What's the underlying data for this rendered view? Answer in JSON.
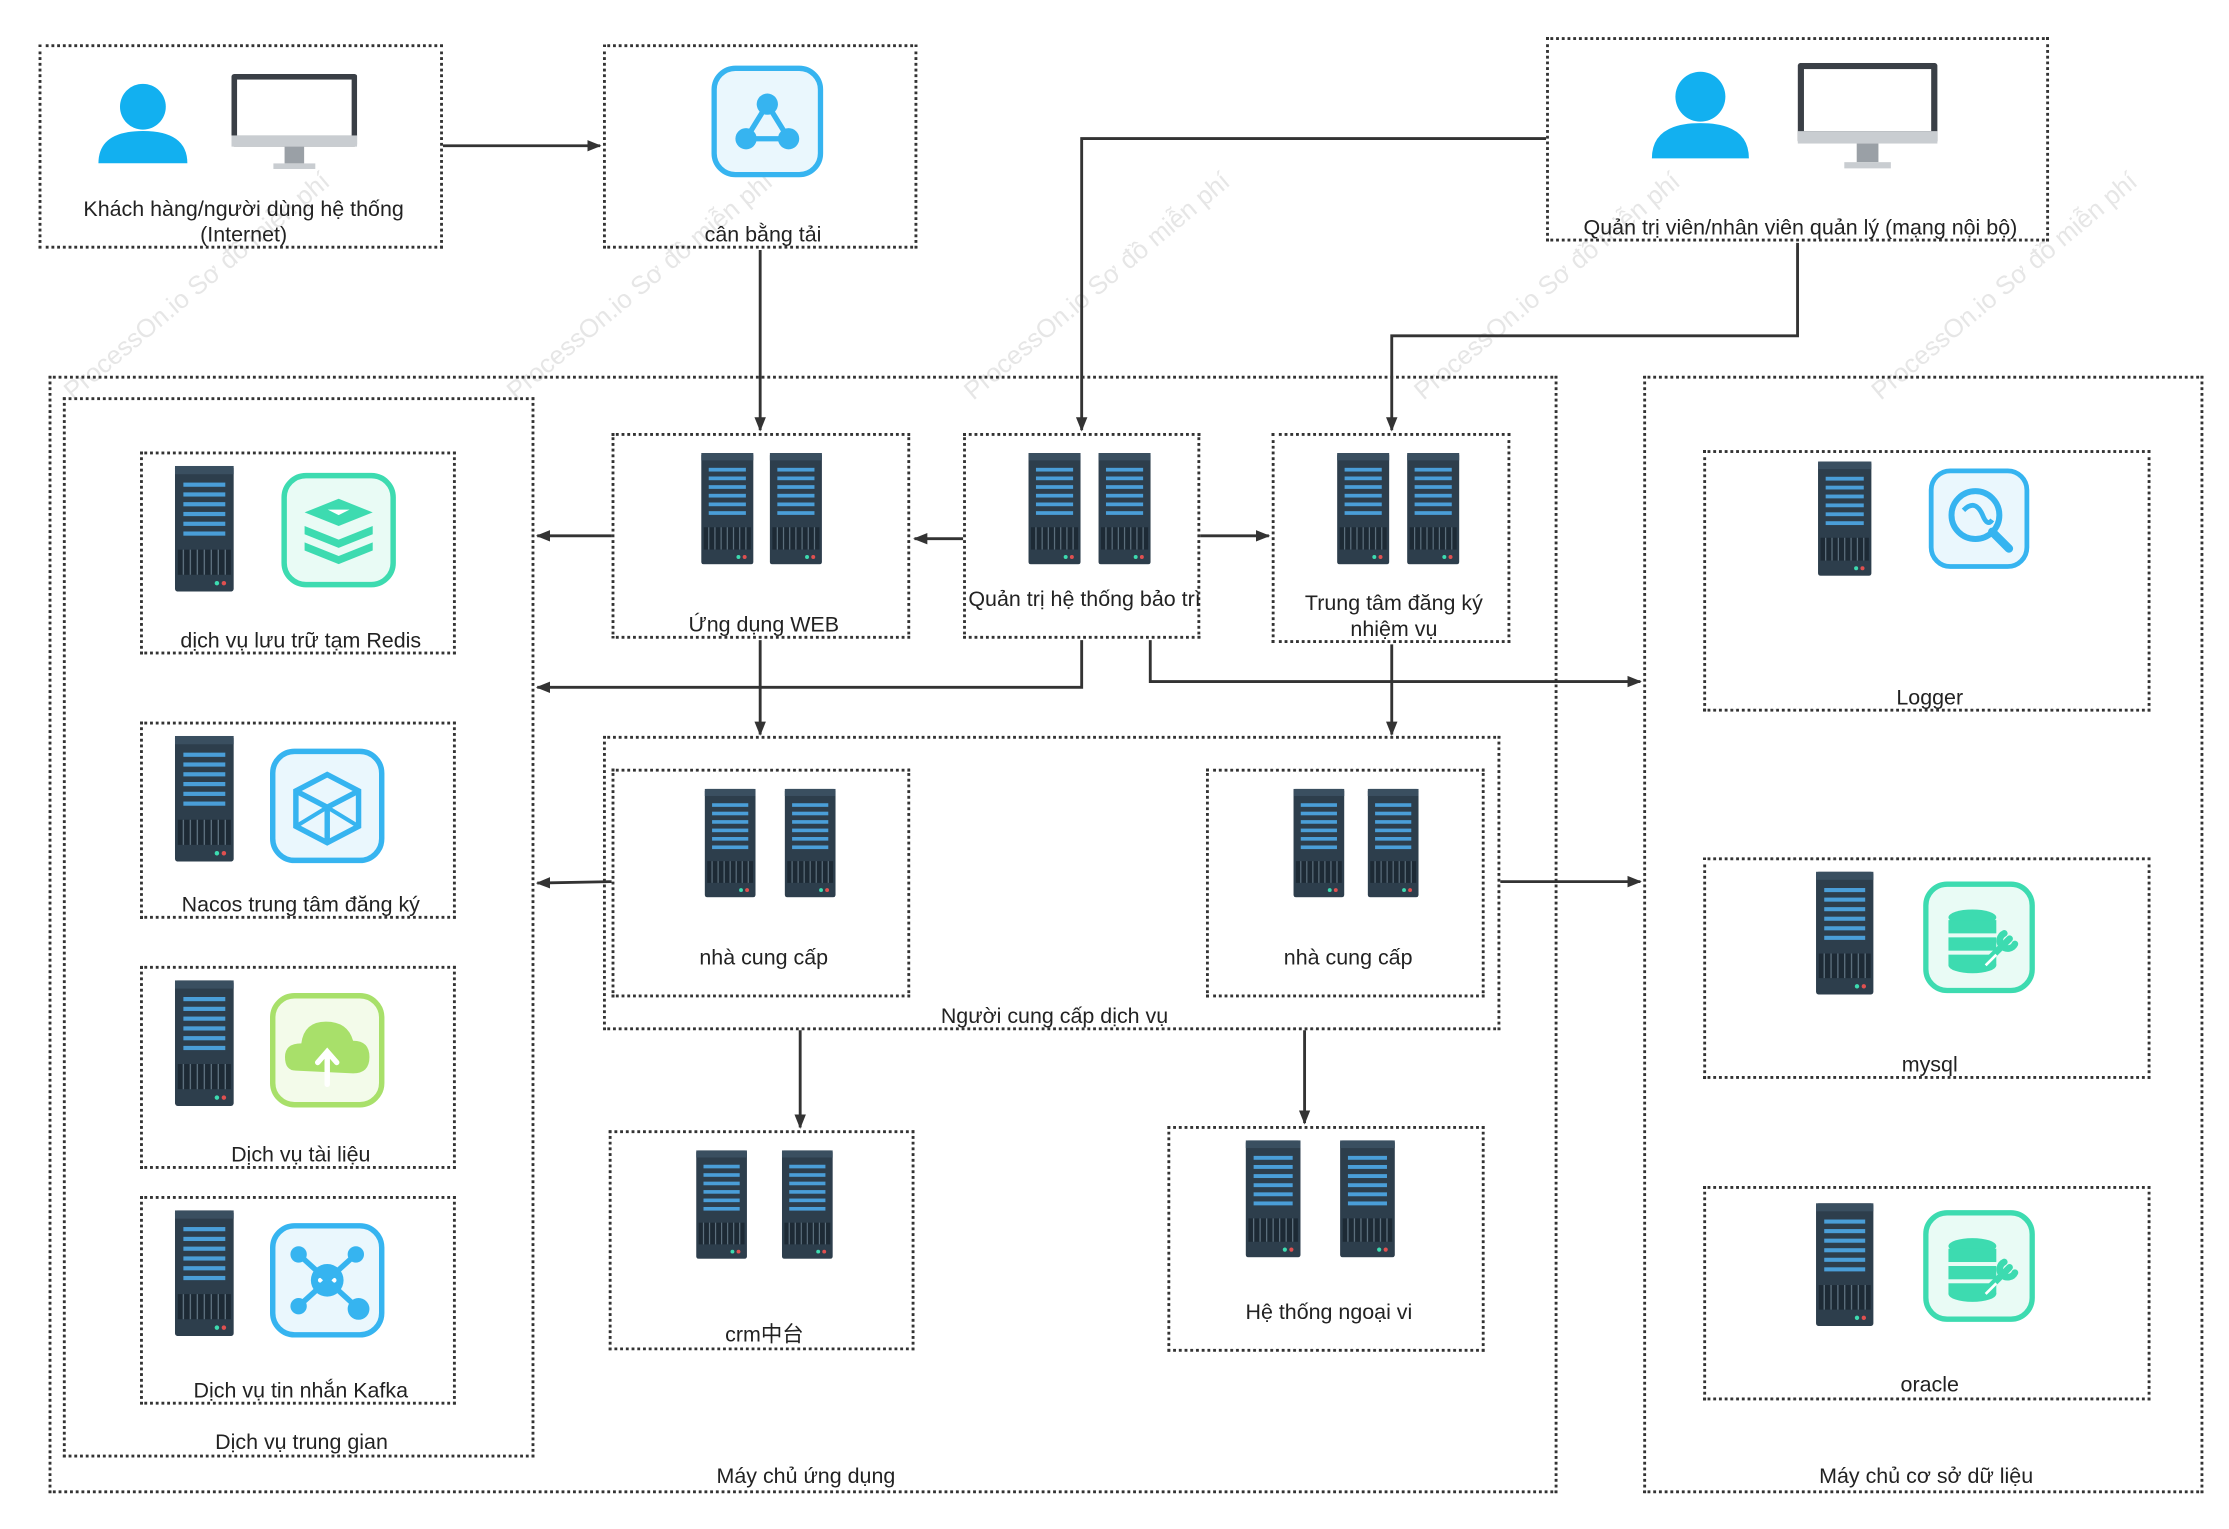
{
  "watermark": "ProcessOn.io Sơ đồ miễn phí",
  "clients": {
    "label": "Khách hàng/người dùng hệ thống (Internet)"
  },
  "load_balancer": {
    "label": "cân bằng tải"
  },
  "admins": {
    "label": "Quản trị viên/nhân viên quản lý (mạng nội bộ)"
  },
  "app_server": {
    "label": "Máy chủ ứng dụng",
    "middleware": {
      "label": "Dịch vụ trung gian",
      "items": [
        {
          "label": "dịch vụ lưu trữ tạm Redis",
          "icon": "redis-icon"
        },
        {
          "label": "Nacos trung tâm đăng ký",
          "icon": "nacos-cube-icon"
        },
        {
          "label": "Dịch vụ tài liệu",
          "icon": "cloud-upload-icon"
        },
        {
          "label": "Dịch vụ tin nhắn Kafka",
          "icon": "kafka-hub-icon"
        }
      ]
    },
    "web_app": {
      "label": "Ứng dụng WEB"
    },
    "ops_admin": {
      "label": "Quản trị hệ thống bảo trì"
    },
    "task_registry": {
      "label": "Trung tâm đăng ký nhiệm vụ"
    },
    "providers": {
      "label": "Người cung cấp dịch vụ",
      "items": [
        {
          "label": "nhà cung cấp"
        },
        {
          "label": "nhà cung cấp"
        }
      ]
    },
    "crm": {
      "label": "crm中台"
    },
    "external": {
      "label": "Hệ thống ngoại vi"
    }
  },
  "db_server": {
    "label": "Máy chủ cơ sở dữ liệu",
    "items": [
      {
        "label": "Logger",
        "icon": "logger-search-icon"
      },
      {
        "label": "mysql",
        "icon": "database-wrench-icon"
      },
      {
        "label": "oracle",
        "icon": "database-wrench-icon"
      }
    ]
  },
  "colors": {
    "user_blue": "#12b0f0",
    "icon_blue": "#36b4f0",
    "icon_green": "#3ddbb0",
    "icon_lime": "#a8e06a",
    "server_dark": "#2d3e4c",
    "server_stripe": "#4a9ed8",
    "line": "#333333"
  }
}
